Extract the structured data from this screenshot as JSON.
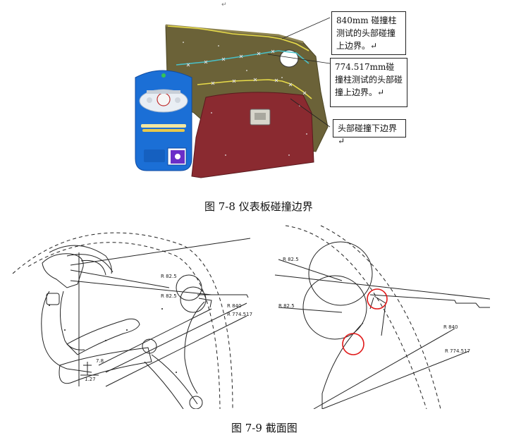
{
  "top_figure": {
    "callouts": [
      {
        "text": "840mm 碰撞柱测试的头部碰撞上边界。↵"
      },
      {
        "text": "774.517mm碰撞柱测试的头部碰撞上边界。↵"
      },
      {
        "text": "头部碰撞下边界↵"
      }
    ],
    "caption": "图 7-8 仪表板碰撞边界",
    "paragraph_mark": "↵"
  },
  "bottom_figure": {
    "caption": "图 7-9 截面图",
    "left_panel": {
      "radius_labels": [
        "R 82.5",
        "R 82.5",
        "R 840",
        "R 774.517"
      ],
      "dims": [
        "7.8",
        "1.27"
      ]
    },
    "right_panel": {
      "radius_labels": [
        "R 82.5",
        "R 82.5",
        "R 840",
        "R 774.517"
      ]
    }
  },
  "colors": {
    "panel_olive": "#6b6238",
    "glovebox_red": "#8a2a30",
    "cluster_blue": "#1b6fd6",
    "line_yellow": "#e8dc4a",
    "line_cyan": "#49c0c8",
    "highlight_red": "#e01818"
  }
}
